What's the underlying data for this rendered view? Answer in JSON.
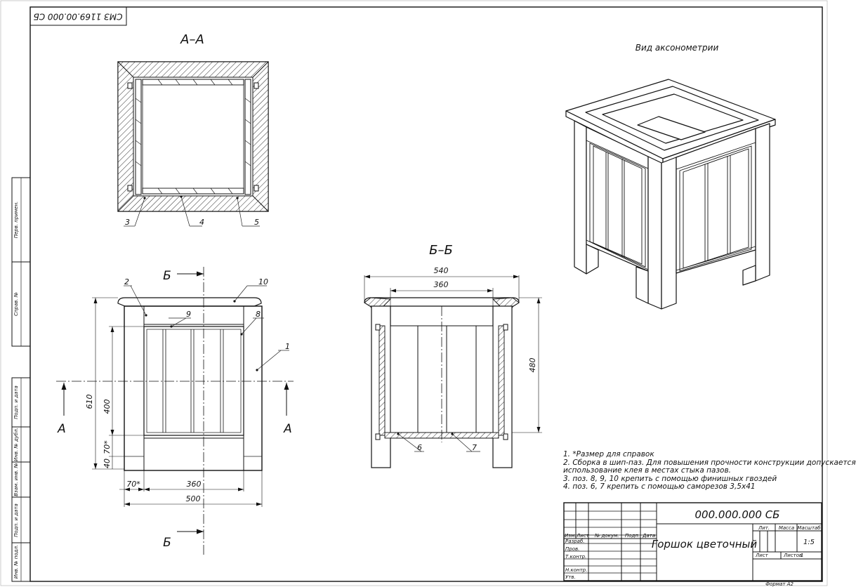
{
  "stamp_code": "СМЗ 1169.00.000 СБ",
  "side_labels": [
    "Перв. примен.",
    "Справ. №",
    "Подп. и дата",
    "Инв. № дубл.",
    "Взам. инв. №",
    "Подп. и дата",
    "Инв. № подл."
  ],
  "views": {
    "section_aa": {
      "title": "А–А",
      "callouts": [
        "3",
        "4",
        "5"
      ]
    },
    "front": {
      "callouts": [
        "2",
        "10",
        "9",
        "8",
        "1"
      ],
      "section_marks": {
        "top": "Б",
        "bottom": "Б",
        "left": "А",
        "right": "А"
      },
      "dims": {
        "height_total": "610",
        "panel_height": "400",
        "d70": "70*",
        "d40": "40",
        "foot_width": "70*",
        "inner_width": "360",
        "overall_width": "500"
      }
    },
    "section_bb": {
      "title": "Б–Б",
      "callouts": [
        "6",
        "7"
      ],
      "dims": {
        "top_width": "540",
        "inner_width": "360",
        "height": "480"
      }
    },
    "axonometric": {
      "title": "Вид аксонометрии"
    }
  },
  "notes": [
    "1. *Размер для справок",
    "2. Сборка в шип-паз. Для повышения прочности конструкции допускается",
    "использование клея в местах стыка пазов.",
    "3. поз. 8, 9, 10 крепить с помощью финишных гвоздей",
    "4. поз. 6, 7 крепить с помощью саморезов 3,5х41"
  ],
  "title_block": {
    "designation": "000.000.000 СБ",
    "name": "Горшок цветочный",
    "col_headers": [
      "Изм.",
      "Лист",
      "№ докум.",
      "Подп.",
      "Дата"
    ],
    "row_labels": [
      "Разраб.",
      "Пров.",
      "Т.контр.",
      "Н.контр.",
      "Утв."
    ],
    "lit_label": "Лит.",
    "mass_label": "Масса",
    "scale_label": "Масштаб",
    "scale_value": "1:5",
    "sheet_label": "Лист",
    "sheets_label": "Листов",
    "sheets_value": "1",
    "format": "Формат А2"
  }
}
